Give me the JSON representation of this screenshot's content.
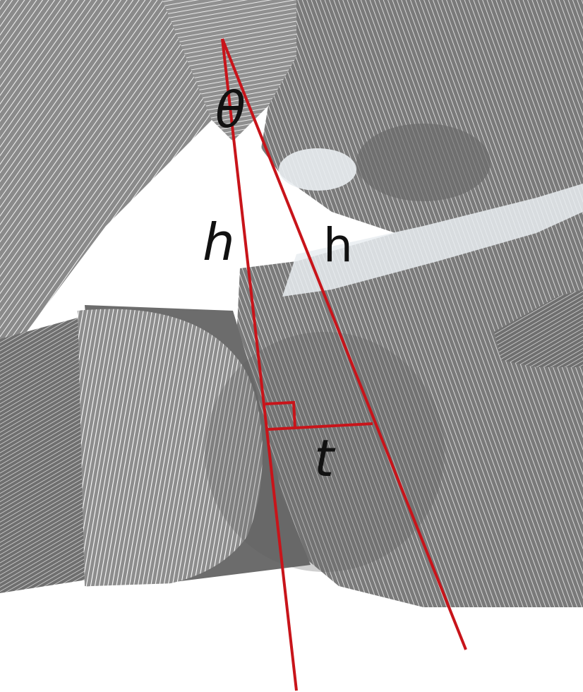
{
  "diagram": {
    "labels": {
      "angle": "θ",
      "left_side": "h",
      "right_side": "h",
      "base": "t"
    },
    "colors": {
      "construction_lines": "#c8141a",
      "engraving": "#7d7d7d",
      "engraving_dark": "#5f5f5f",
      "engraving_light": "#e9edf1",
      "shadow": "#6c6c6c",
      "label_text": "#111111"
    },
    "icons": {
      "right_angle": "right-angle-marker-icon"
    }
  }
}
